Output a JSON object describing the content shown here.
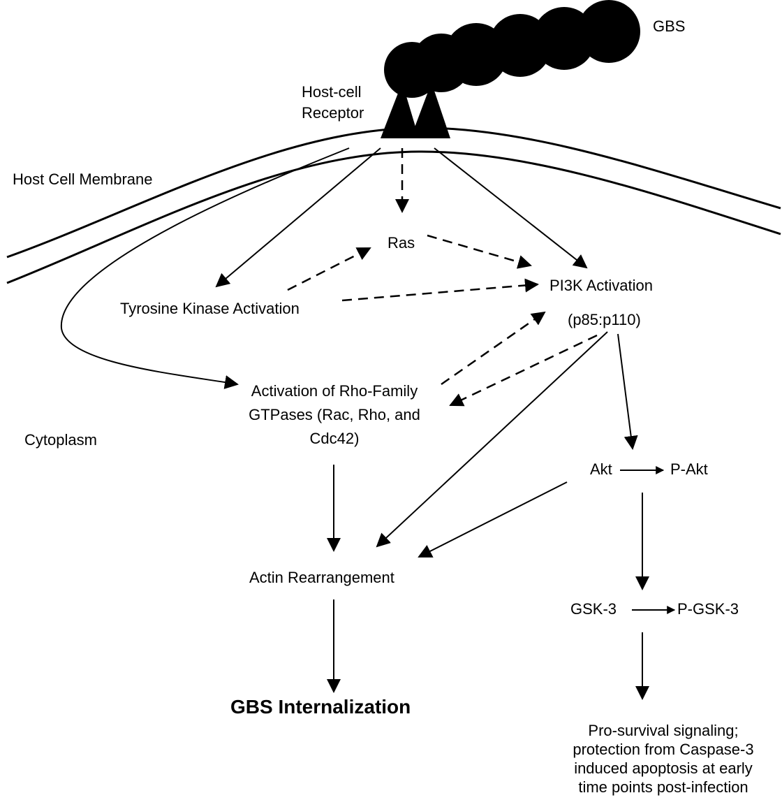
{
  "labels": {
    "gbs": "GBS",
    "receptor_line1": "Host-cell",
    "receptor_line2": "Receptor",
    "membrane": "Host Cell Membrane",
    "cytoplasm": "Cytoplasm",
    "ras": "Ras",
    "tyrosine": "Tyrosine Kinase Activation",
    "pi3k_line1": "PI3K Activation",
    "pi3k_line2": "(p85:p110)",
    "rho_line1": "Activation of Rho-Family",
    "rho_line2": "GTPases (Rac, Rho, and",
    "rho_line3": "Cdc42)",
    "akt": "Akt",
    "pakt": "P-Akt",
    "actin": "Actin Rearrangement",
    "gsk": "GSK-3",
    "pgsk": "P-GSK-3",
    "internalization": "GBS Internalization",
    "survival_line1": "Pro-survival signaling;",
    "survival_line2": "protection from Caspase-3",
    "survival_line3": "induced apoptosis at early",
    "survival_line4": "time points post-infection"
  }
}
